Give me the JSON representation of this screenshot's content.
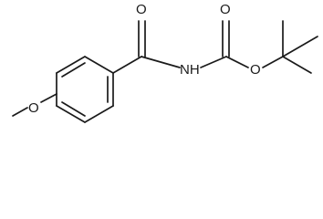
{
  "molecule": {
    "atoms": {
      "methoxy_o": "O",
      "carbonyl_o_1": "O",
      "amide_n": "NH",
      "carbonyl_o_2": "O",
      "ester_o": "O"
    }
  }
}
